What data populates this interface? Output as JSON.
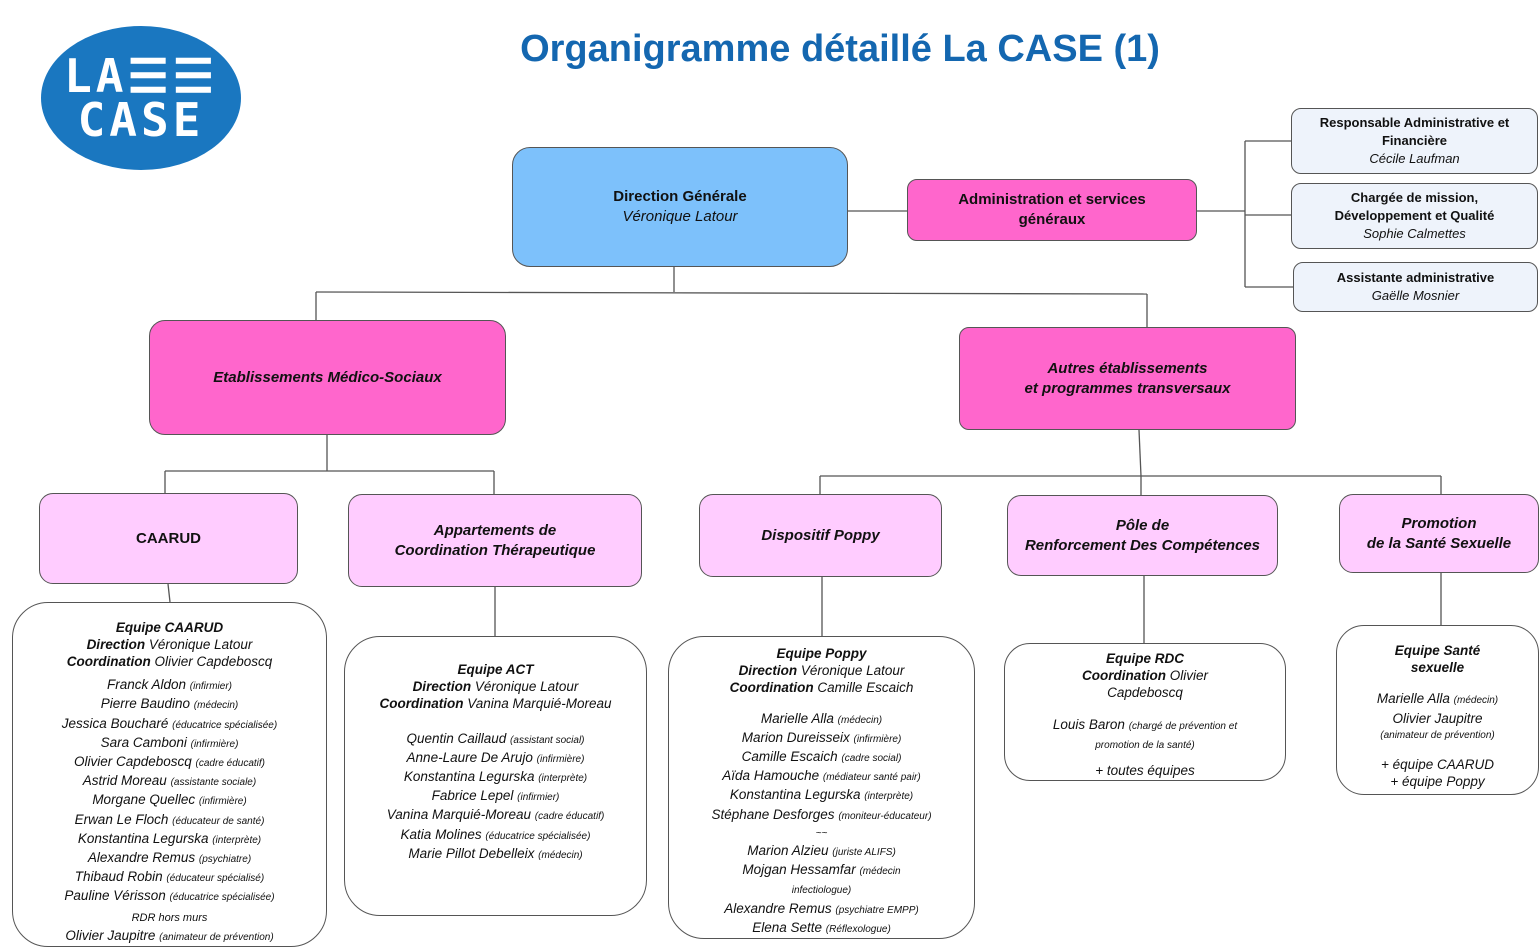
{
  "title": "Organigramme détaillé La CASE (1)",
  "logo": {
    "line1": "LA☰☰",
    "line2": "CASE"
  },
  "direction": {
    "label": "Direction Générale",
    "name": "Véronique Latour"
  },
  "admin": {
    "label": "Administration et services généraux"
  },
  "admin_staff": [
    {
      "role": "Responsable Administrative et Financière",
      "name": "Cécile Laufman"
    },
    {
      "role": "Chargée de mission, Développement et Qualité",
      "name": "Sophie Calmettes"
    },
    {
      "role": "Assistante administrative",
      "name": "Gaëlle Mosnier"
    }
  ],
  "pole_left": {
    "label": "Etablissements Médico-Sociaux"
  },
  "pole_right": {
    "line1": "Autres établissements",
    "line2": "et programmes transversaux"
  },
  "units": {
    "caarud": {
      "line1": "CAARUD"
    },
    "act": {
      "line1": "Appartements de",
      "line2": "Coordination Thérapeutique"
    },
    "poppy": {
      "line1": "Dispositif Poppy"
    },
    "prc": {
      "line1": "Pôle de",
      "line2": "Renforcement Des Compétences"
    },
    "pss": {
      "line1": "Promotion",
      "line2": "de la Santé Sexuelle"
    }
  },
  "teams": {
    "caarud": {
      "title": "Equipe CAARUD",
      "dir_label": "Direction",
      "dir_name": "Véronique Latour",
      "coord_label": "Coordination",
      "coord_name": "Olivier Capdeboscq",
      "members": [
        {
          "name": "Franck Aldon",
          "role": "(infirmier)"
        },
        {
          "name": "Pierre Baudino",
          "role": "(médecin)"
        },
        {
          "name": "Jessica Boucharé",
          "role": "(éducatrice spécialisée)"
        },
        {
          "name": "Sara Camboni",
          "role": "(infirmière)"
        },
        {
          "name": "Olivier Capdeboscq",
          "role": "(cadre éducatif)"
        },
        {
          "name": "Astrid Moreau",
          "role": "(assistante sociale)"
        },
        {
          "name": "Morgane Quellec",
          "role": "(infirmière)"
        },
        {
          "name": "Erwan Le Floch",
          "role": "(éducateur de santé)"
        },
        {
          "name": "Konstantina Legurska",
          "role": "(interprète)"
        },
        {
          "name": "Alexandre Remus",
          "role": "(psychiatre)"
        },
        {
          "name": "Thibaud Robin",
          "role": "(éducateur spécialisé)"
        },
        {
          "name": "Pauline Vérisson",
          "role": "(éducatrice spécialisée)"
        }
      ],
      "extra_label": "RDR hors murs",
      "extra_member": {
        "name": "Olivier Jaupitre",
        "role": "(animateur de prévention)"
      }
    },
    "act": {
      "title": "Equipe ACT",
      "dir_label": "Direction",
      "dir_name": "Véronique Latour",
      "coord_label": "Coordination",
      "coord_name": "Vanina Marquié-Moreau",
      "members": [
        {
          "name": "Quentin Caillaud",
          "role": "(assistant social)"
        },
        {
          "name": "Anne-Laure De Arujo",
          "role": "(infirmière)"
        },
        {
          "name": "Konstantina Legurska",
          "role": "(interprète)"
        },
        {
          "name": "Fabrice Lepel",
          "role": "(infirmier)"
        },
        {
          "name": "Vanina Marquié-Moreau",
          "role": "(cadre éducatif)"
        },
        {
          "name": "Katia Molines",
          "role": "(éducatrice spécialisée)"
        },
        {
          "name": "Marie Pillot Debelleix",
          "role": "(médecin)"
        }
      ]
    },
    "poppy": {
      "title": "Equipe Poppy",
      "dir_label": "Direction",
      "dir_name": "Véronique Latour",
      "coord_label": "Coordination",
      "coord_name": "Camille Escaich",
      "members": [
        {
          "name": "Marielle Alla",
          "role": "(médecin)"
        },
        {
          "name": "Marion Dureisseix",
          "role": "(infirmière)"
        },
        {
          "name": "Camille Escaich",
          "role": "(cadre social)"
        },
        {
          "name": "Aïda Hamouche",
          "role": "(médiateur santé pair)"
        },
        {
          "name": "Konstantina Legurska",
          "role": "(interprète)"
        },
        {
          "name": "Stéphane Desforges",
          "role": "(moniteur-éducateur)"
        }
      ],
      "separator": "~~",
      "members2": [
        {
          "name": "Marion Alzieu",
          "role": "(juriste ALIFS)"
        },
        {
          "name": "Mojgan Hessamfar",
          "role": "(médecin infectiologue)"
        },
        {
          "name": "Alexandre Remus",
          "role": "(psychiatre EMPP)"
        },
        {
          "name": "Elena Sette",
          "role": "(Réflexologue)"
        }
      ]
    },
    "rdc": {
      "title": "Equipe RDC",
      "coord_label": "Coordination",
      "coord_name": "Olivier Capdeboscq",
      "members": [
        {
          "name": "Louis Baron",
          "role": "(chargé de prévention et promotion de la santé)"
        }
      ],
      "footer": "+ toutes équipes"
    },
    "pss": {
      "title": "Equipe Santé sexuelle",
      "members": [
        {
          "name": "Marielle Alla",
          "role": "(médecin)"
        },
        {
          "name": "Olivier Jaupitre",
          "role": "(animateur de prévention)"
        }
      ],
      "footer1": "+ équipe CAARUD",
      "footer2": "+ équipe Poppy"
    }
  }
}
